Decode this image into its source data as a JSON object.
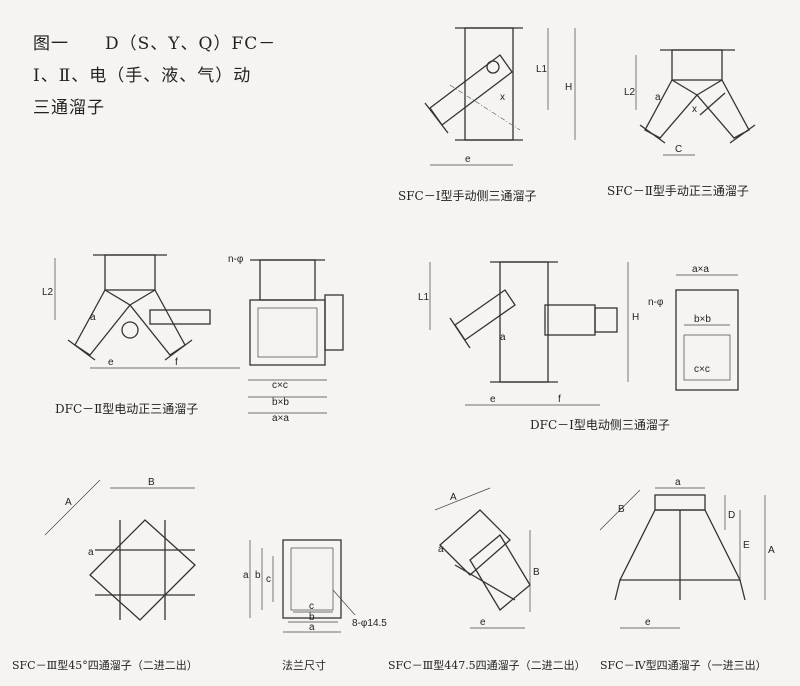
{
  "title": {
    "line1": "图一　　D（S、Y、Q）FC－",
    "line2": "Ⅰ、Ⅱ、电（手、液、气）动",
    "line3": "三通溜子"
  },
  "figures": [
    {
      "caption": "SFC－Ⅰ型手动侧三通溜子",
      "labels": {
        "l1": "L1",
        "h": "H",
        "x": "x",
        "e": "e"
      }
    },
    {
      "caption": "SFC－Ⅱ型手动正三通溜子",
      "labels": {
        "l2": "L2",
        "a": "a",
        "x": "x",
        "c": "C"
      }
    },
    {
      "caption": "DFC－Ⅱ型电动正三通溜子",
      "labels": {
        "l2": "L2",
        "a": "a",
        "e": "e",
        "f": "f",
        "n": "n-φ",
        "cc": "c×c",
        "bb": "b×b",
        "aa": "a×a"
      }
    },
    {
      "caption": "DFC－Ⅰ型电动侧三通溜子",
      "labels": {
        "l1": "L1",
        "h": "H",
        "a": "a",
        "e": "e",
        "f": "f",
        "n": "n-φ",
        "aa": "a×a",
        "bb": "b×b",
        "cc": "c×c"
      }
    },
    {
      "caption": "SFC－Ⅲ型45°四通溜子（二进二出）",
      "labels": {
        "a_big": "A",
        "b_big": "B",
        "a": "a"
      }
    },
    {
      "caption": "法兰尺寸",
      "labels": {
        "a": "a",
        "b": "b",
        "c": "c",
        "c2": "c",
        "b2": "b",
        "a2": "a",
        "holes": "8-φ14.5"
      }
    },
    {
      "caption": "SFC－Ⅲ型447.5四通溜子（二进二出）",
      "labels": {
        "a_big": "A",
        "b_big": "B",
        "a": "a",
        "e": "e"
      }
    },
    {
      "caption": "SFC－Ⅳ型四通溜子（一进三出）",
      "labels": {
        "b_big": "B",
        "a": "a",
        "d": "D",
        "e_big": "E",
        "a_big": "A",
        "e": "e"
      }
    }
  ]
}
